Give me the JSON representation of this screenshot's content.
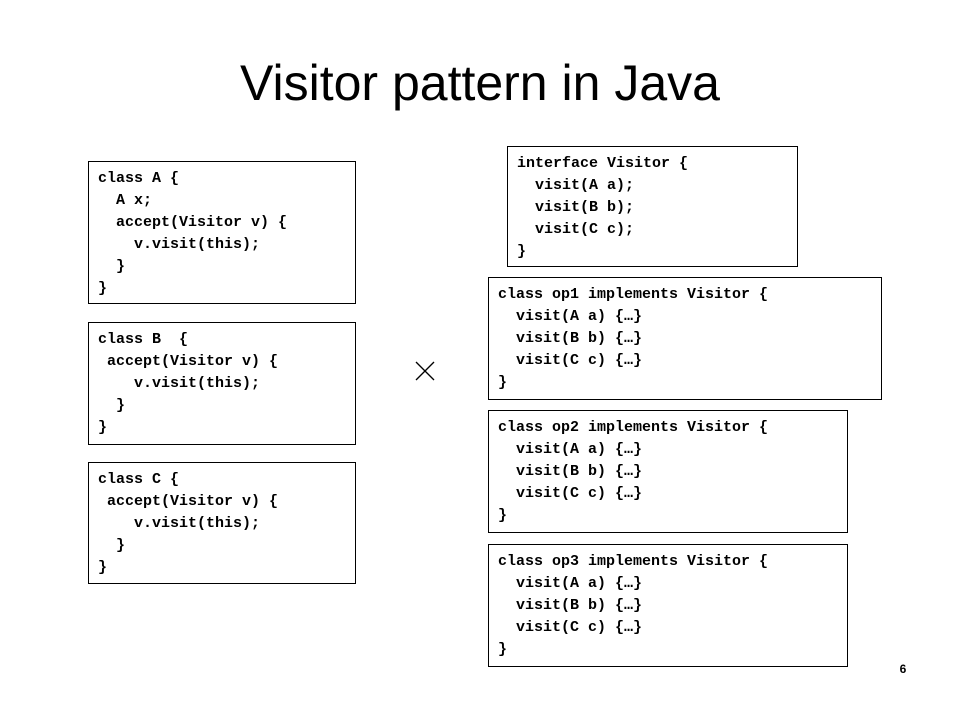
{
  "slide": {
    "title": "Visitor pattern in Java",
    "page_number": "6",
    "cross_symbol": "times-icon"
  },
  "classes": {
    "class_a": [
      "class A {",
      "  A x;",
      "  accept(Visitor v) {",
      "    v.visit(this);",
      "  }",
      "}"
    ],
    "class_b": [
      "class B  {",
      " accept(Visitor v) {",
      "    v.visit(this);",
      "  }",
      "}"
    ],
    "class_c": [
      "class C {",
      " accept(Visitor v) {",
      "    v.visit(this);",
      "  }",
      "}"
    ]
  },
  "visitors": {
    "interface": [
      "interface Visitor {",
      "  visit(A a);",
      "  visit(B b);",
      "  visit(C c);",
      "}"
    ],
    "op1": [
      "class op1 implements Visitor {",
      "  visit(A a) {…}",
      "  visit(B b) {…}",
      "  visit(C c) {…}",
      "}"
    ],
    "op2": [
      "class op2 implements Visitor {",
      "  visit(A a) {…}",
      "  visit(B b) {…}",
      "  visit(C c) {…}",
      "}"
    ],
    "op3": [
      "class op3 implements Visitor {",
      "  visit(A a) {…}",
      "  visit(B b) {…}",
      "  visit(C c) {…}",
      "}"
    ]
  }
}
